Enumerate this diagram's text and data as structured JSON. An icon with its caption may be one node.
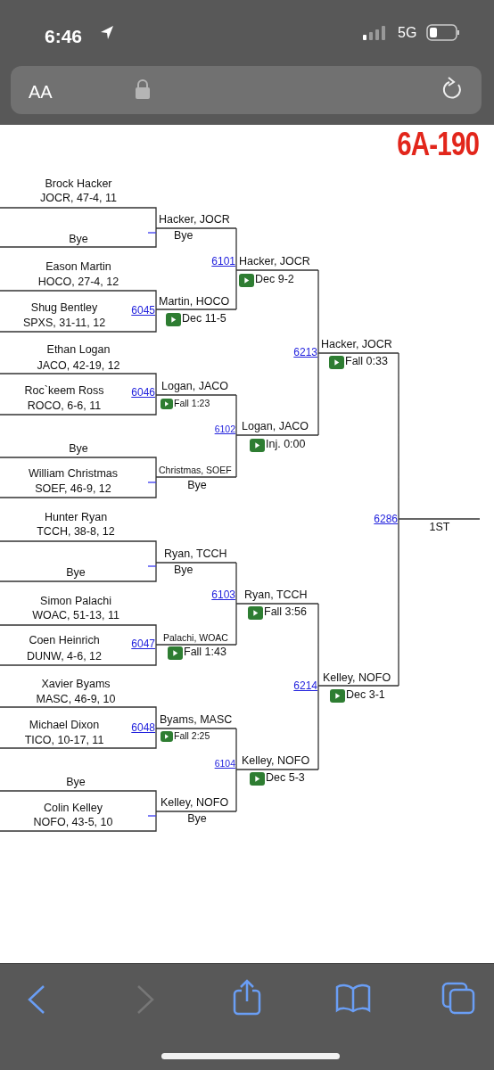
{
  "diagram": {
    "title": "6A-190",
    "labels": [
      "6:46",
      "5G",
      "AA",
      "Brock Hacker",
      "JOCR, 47-4, 11",
      "Hacker, JOCR",
      "Bye",
      "Bye",
      "6101",
      "Hacker, JOCR",
      "Eason Martin",
      "Dec 9-2",
      "HOCO, 27-4, 12",
      "Martin, HOCO",
      "Shug Bentley",
      "6045",
      "Dec 11-5",
      "SPXS, 31-11, 12",
      "Hacker, JOCR",
      "Ethan Logan",
      "6213",
      "Fall 0:33",
      "JACO, 42-19, 12",
      "Logan, JACO",
      "Roc`keem Ross",
      "6046",
      "Fall 1:23",
      "ROCO, 6-6, 11",
      "Logan, JACO",
      "6102",
      "Inj. 0:00",
      "Bye",
      "Christmas, SOEF",
      "William Christmas",
      "Bye",
      "SOEF, 46-9, 12",
      "Hunter Ryan",
      "6286",
      "1ST",
      "TCCH, 38-8, 12",
      "Ryan, TCCH",
      "Bye",
      "Bye",
      "6103",
      "Ryan, TCCH",
      "Simon Palachi",
      "Fall 3:56",
      "WOAC, 51-13, 11",
      "Palachi, WOAC",
      "Coen Heinrich",
      "6047",
      "Fall 1:43",
      "DUNW, 4-6, 12",
      "Kelley, NOFO",
      "Xavier Byams",
      "6214",
      "Dec 3-1",
      "MASC, 46-9, 10",
      "Byams, MASC",
      "Michael Dixon",
      "6048",
      "Fall 2:25",
      "TICO, 10-17, 11",
      "Kelley, NOFO",
      "6104",
      "Dec 5-3",
      "Bye",
      "Kelley, NOFO",
      "Colin Kelley",
      "Bye",
      "NOFO, 43-5, 10"
    ]
  }
}
